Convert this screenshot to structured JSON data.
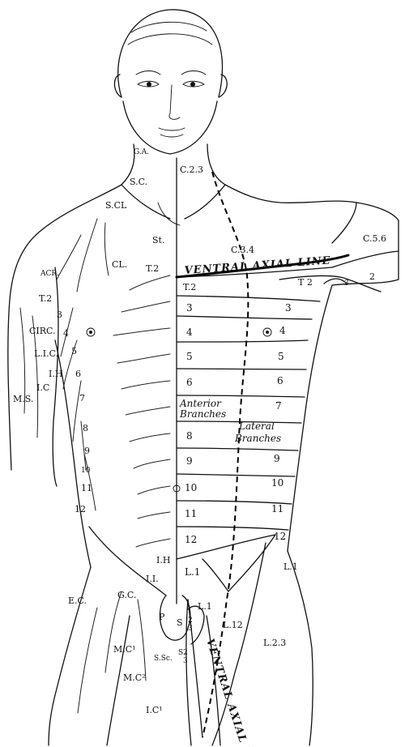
{
  "colors": {
    "ink": "#111111",
    "background": "#ffffff"
  },
  "labels": {
    "ga": "G.A.",
    "sc": "S.C.",
    "scl": "S.CL",
    "st": "St.",
    "acr": "ACR.",
    "cl": "CL.",
    "t2_left": "T.2",
    "t2_center": "T.2",
    "left_3": "3",
    "circ": "CIRC.",
    "left_4": "4",
    "lic": "L.I.C.",
    "left_5": "5",
    "ih_upper": "I.H",
    "left_6": "6",
    "ic": "I.C",
    "ms": "M.S.",
    "left_7": "7",
    "left_8": "8",
    "left_9": "9",
    "left_10": "10",
    "left_11": "11",
    "left_12": "12",
    "ih_lower": "I.H",
    "ii": "I.I.",
    "ec": "E.C.",
    "gc": "G.C.",
    "p": "P",
    "mc1": "M.C¹",
    "ssc": "S.Sc.",
    "mc2": "M.C²",
    "ic1": "I.C¹",
    "c23": "C.2.3",
    "c34": "C.3.4",
    "c56": "C.5.6",
    "ventral_axial_line": "VENTRAL AXIAL LINE",
    "ventral_axial_line_leg": "VENTRAL AXIAL LINE",
    "t2_right": "T 2",
    "arm_3": "3",
    "arm_2": "2",
    "r3": "3",
    "r3_lat": "3",
    "r4": "4",
    "r4_lat": "4",
    "r5": "5",
    "r5_lat": "5",
    "r6": "6",
    "r6_lat": "6",
    "anterior_branches": "Anterior Branches",
    "r7_lat": "7",
    "lateral_branches": "Lateral Branches",
    "r8": "8",
    "r9": "9",
    "r9_lat": "9",
    "r10": "10",
    "r10_lat": "10",
    "r11": "11",
    "r11_lat": "11",
    "r12": "12",
    "r12_lat": "12",
    "l1": "L.1",
    "l1_lat": "L.1",
    "l1_lower": "L.1",
    "s1": "S",
    "s2_small": "2\n3",
    "s23": "S2\n3",
    "l12": "L.12",
    "l23": "L.2.3"
  }
}
